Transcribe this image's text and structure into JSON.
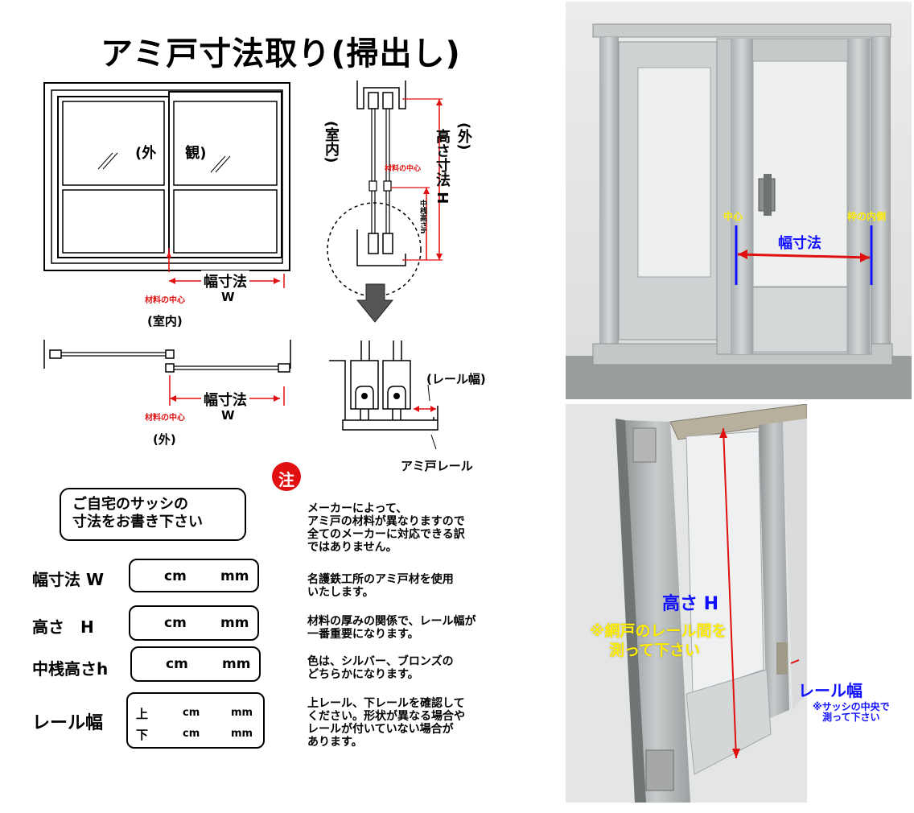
{
  "title": "アミ戸寸法取り(掃出し)",
  "diagram": {
    "outside_view": "(外　　観)",
    "indoor_vertical": "(室内)",
    "outdoor_vertical": "(外)",
    "height_dim": "高さ寸法 H",
    "material_center_small": "材料の中心",
    "nakazan_height": "中桟高さh",
    "width_dim": "幅寸法",
    "w_letter": "W",
    "material_center": "材料の中心",
    "indoor": "(室内)",
    "outdoor": "(外)",
    "rail_width": "(レール幅)",
    "ami_rail": "アミ戸レール",
    "note_badge": "注"
  },
  "form": {
    "heading_lines": [
      "ご自宅のサッシの",
      "寸法をお書き下さい"
    ],
    "rows": [
      {
        "label": "幅寸法 W",
        "cm": "cm",
        "mm": "mm"
      },
      {
        "label": "高さ　H",
        "cm": "cm",
        "mm": "mm"
      },
      {
        "label": "中桟高さh",
        "cm": "cm",
        "mm": "mm"
      }
    ],
    "rail": {
      "label": "レール幅",
      "top": "上",
      "bottom": "下",
      "cm": "cm",
      "mm": "mm"
    }
  },
  "notes": [
    [
      "メーカーによって、",
      "アミ戸の材料が異なりますので",
      "全てのメーカーに対応できる訳",
      "ではありません。"
    ],
    [
      "名護鉄工所のアミ戸材を使用",
      "いたします。"
    ],
    [
      "材料の厚みの関係で、レール幅が",
      "一番重要になります。"
    ],
    [
      "色は、シルバー、ブロンズの",
      "どちらかになります。"
    ],
    [
      "上レール、下レールを確認して",
      "ください。形状が異なる場合や",
      "レールが付いていない場合が",
      "あります。"
    ]
  ],
  "photo_top": {
    "center": "中心",
    "inner_frame": "枠の内側",
    "width_dim": "幅寸法"
  },
  "photo_bottom": {
    "height": "高さ H",
    "measure_note_lines": [
      "※網戸のレール間を",
      "測って下さい"
    ],
    "rail_width": "レール幅",
    "center_note_lines": [
      "※サッシの中央で",
      "測って下さい"
    ]
  },
  "colors": {
    "accent_red": "#e01010",
    "annot_blue": "#1010ff",
    "annot_yellow": "#ffee00",
    "aluminum": "#b8bcbd"
  }
}
